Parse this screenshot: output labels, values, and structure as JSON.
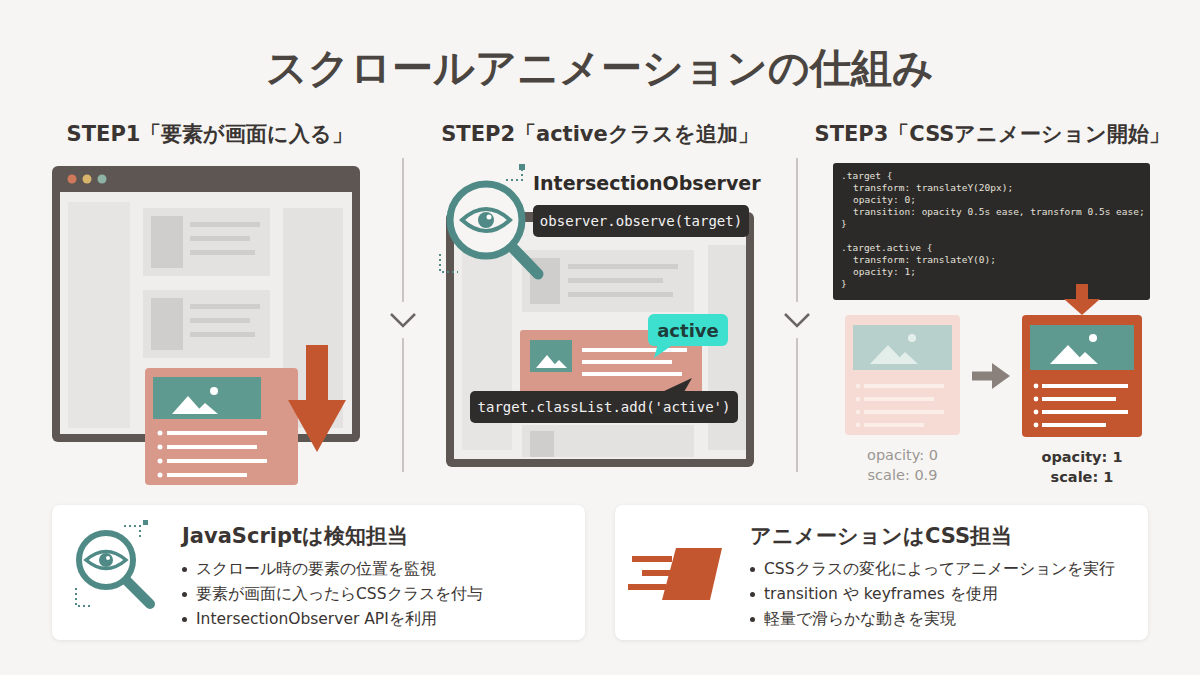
{
  "diagram": {
    "title": "スクロールアニメーションの仕組み",
    "nodes": [
      {
        "text": [
          "STEP1「要素が画面に入る」"
        ]
      },
      {
        "text": [
          "STEP2「activeクラスを追加」"
        ]
      },
      {
        "text": [
          "observer.observe(target)"
        ],
        "in": 1
      },
      {
        "text": [
          "active"
        ],
        "in": 1
      },
      {
        "text": [
          "target.classList.add('active')"
        ],
        "in": 1
      },
      {
        "text": [
          "STEP3「CSSアニメーション開始」"
        ]
      },
      {
        "text": [
          ".target {",
          "transform: translateY(20px);",
          "opacity: 0;",
          "transition: opacity 0.5s ease, transform 0.5s ease;",
          "}",
          ".target.active {",
          "transform: translateY(0);",
          "opacity: 1;",
          "}"
        ],
        "in": 5
      },
      {
        "text": [
          "opacity: 0",
          "scale: 0.9"
        ],
        "in": 5
      },
      {
        "text": [
          "opacity: 1",
          "scale: 1"
        ],
        "in": 5
      },
      {
        "text": [
          "JavaScriptは検知担当",
          "スクロール時の要素の位置を監視",
          "要素が画面に入ったらCSSクラスを付与",
          "IntersectionObserver APIを利用"
        ]
      },
      {
        "text": [
          "アニメーションはCSS担当",
          "CSSクラスの変化によってアニメーションを実行",
          "transition や keyframes を使用",
          "軽量で滑らかな動きを実現"
        ]
      }
    ],
    "edges": [
      {
        "from": 7,
        "to": 8,
        "arrow": "to"
      },
      {
        "from": 6,
        "to": 8,
        "arrow": "to"
      }
    ],
    "labels": [
      "IntersectionObserver"
    ]
  }
}
